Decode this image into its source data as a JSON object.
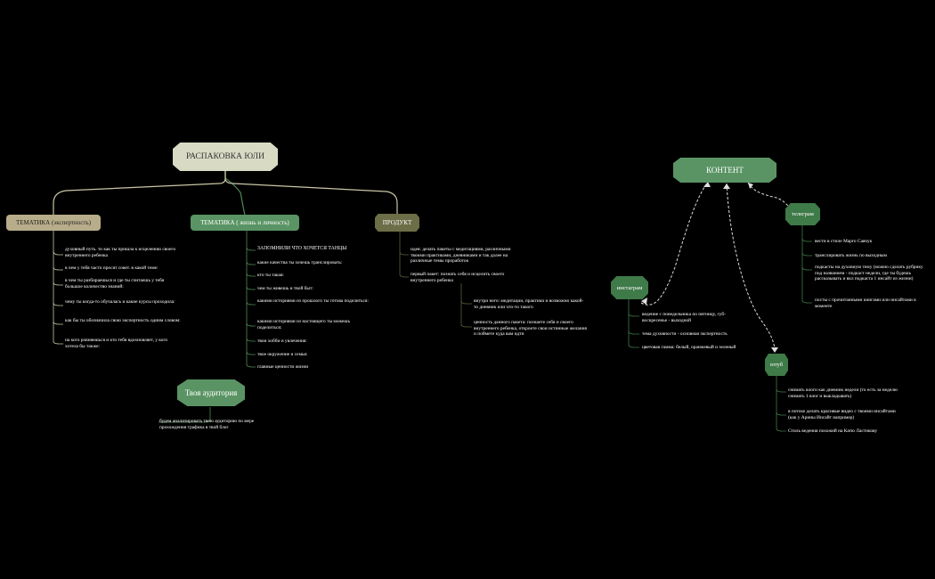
{
  "colors": {
    "background": "#000000",
    "root_fill": "#d9dac4",
    "beige": "#b8ad8a",
    "green": "#5a9464",
    "olive": "#6b6e47",
    "dark_green": "#3f7a49",
    "line_light": "#c9c6a6",
    "line_green": "#4f8a58",
    "line_olive": "#5b5f3b",
    "dashed": "#dddddd"
  },
  "left_map": {
    "root": "РАСПАКОВКА ЮЛИ",
    "branch1": {
      "label": "ТЕМАТИКА (экспертность)",
      "items": [
        "духовный путь. то как ты пришла к исцелению своего внутреннего ребенка",
        "в чем у тебя часто просят совет. в какой теме:",
        "в чем ты разбираешься и где ты считаешь у тебя большое количество знаний:",
        "чему ты когда-то обучалась и какие курсы проходила:",
        "как бы ты обозначила свою экспертность одним словом:",
        "на кого ровняешься и кто тебя вдохновляет, у кого хотела бы также:"
      ]
    },
    "branch2": {
      "label": "ТЕМАТИКА ( жизнь и личность)",
      "items": [
        "ЗАПОМНИЛИ ЧТО ХОЧЕТСЯ ТАНЦЫ",
        "какие качества ты хочешь транслировать:",
        "кто ты такая:",
        "чем ты живешь и твой быт:",
        "какими историями из прошлого ты готова поделиться:",
        "какими историями из настоящего ты можешь поделиться:",
        "твои хобби и увлечения:",
        "твое окружение и семья:",
        "главные ценности жизни"
      ]
    },
    "branch3": {
      "label": "ПРОДУКТ",
      "items": [
        "идея: делать пакеты с медитациями, различными твоими практиками, дневниками и так далее на различные темы проработок",
        "первый пакет: познать себя и исцелить своего внутреннего ребенка"
      ],
      "subitems": [
        "внутри него: медитации, практики и возможно какой-то дневник или что-то такого",
        "ценность данного пакета: познаете себя и своего внутреннего ребенка, откроете свои истинные желания и поймете куда вам идти"
      ]
    },
    "audience": {
      "label": "Твоя аудитория",
      "items": [
        "будем анализировать твою аудиторию по мере прохождения трафика в твой блог"
      ]
    }
  },
  "right_map": {
    "root": "КОНТЕНТ",
    "telegram": {
      "label": "телеграм",
      "items": [
        "вести в стиле Марго Савчук",
        "транслировать жизнь по выходным",
        "подкасты на духовную тему (можно сделать рубрику под названием - подкаст недели, где ты будешь рассказывать и вкл подкаста 1 инсайт из жизни)",
        "посты с прочитанными книгами или инсайтами в моменте"
      ]
    },
    "instagram": {
      "label": "инстаграм",
      "items": [
        "ведение с понедельника по пятницу, суб-воскресенье - выходной",
        "тема духовности - основная экспертность",
        "цветовая гамма: белый, оранжевый и зеленый"
      ]
    },
    "youtube": {
      "label": "ютуб",
      "items": [
        "снимать влоги как дневник недели (то есть за неделю снимать 1 влог и выкладывать)",
        "в потоке делать красивые видео с твоими инсайтами (как у Арины Инсайт например)",
        "Стиль ведения похожий на Катю Ластикову"
      ]
    }
  }
}
